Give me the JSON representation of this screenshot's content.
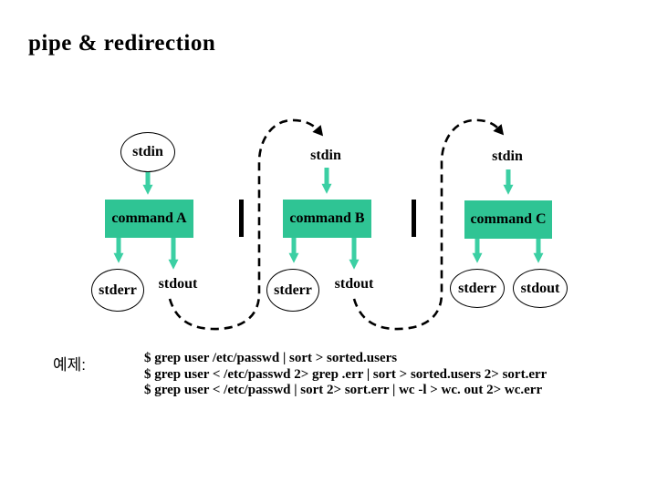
{
  "title": "pipe & redirection",
  "diagram": {
    "box_color": "#2FC494",
    "arrow_color": "#3BCFA3",
    "columns": [
      {
        "stdin": "stdin",
        "command": "command A",
        "stderr": "stderr",
        "stdout": "stdout"
      },
      {
        "stdin": "stdin",
        "command": "command B",
        "stderr": "stderr",
        "stdout": "stdout"
      },
      {
        "stdin": "stdin",
        "command": "command C",
        "stderr": "stderr",
        "stdout": "stdout"
      }
    ]
  },
  "example": {
    "label": "예제:",
    "lines": [
      "$ grep user /etc/passwd | sort > sorted.users",
      "$ grep user < /etc/passwd 2> grep .err | sort > sorted.users 2> sort.err",
      "$ grep user < /etc/passwd | sort 2> sort.err | wc -l > wc. out 2> wc.err"
    ]
  }
}
